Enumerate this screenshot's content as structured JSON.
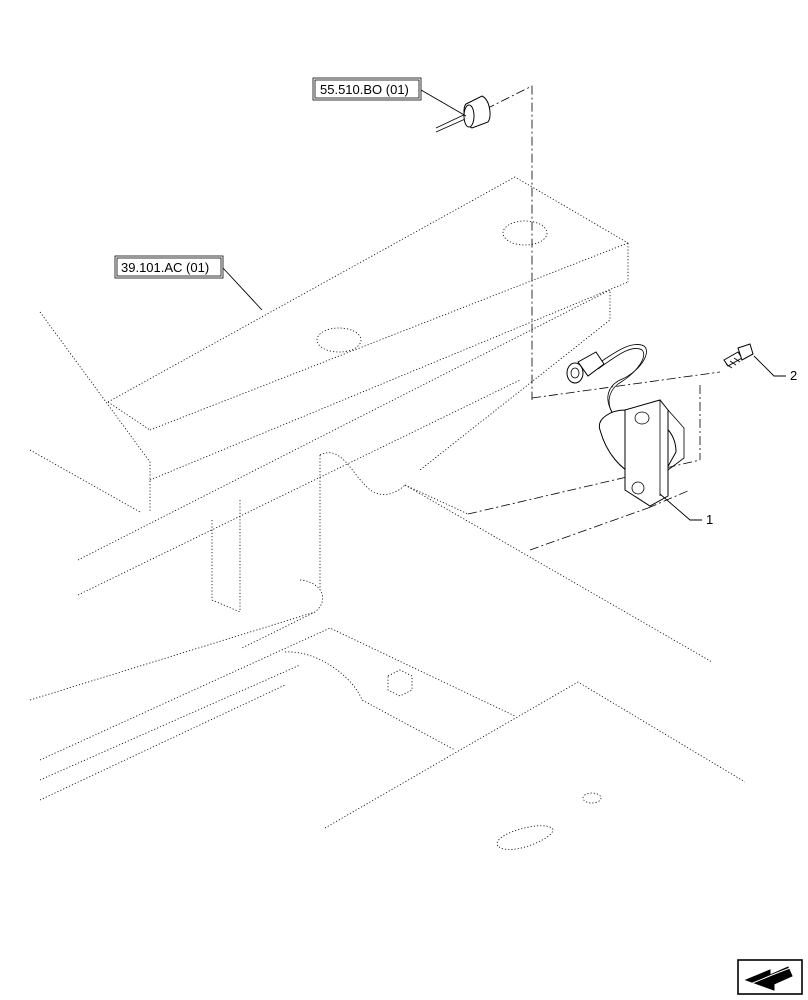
{
  "references": [
    {
      "id": "ref-55",
      "text": "55.510.BO (01)"
    },
    {
      "id": "ref-39",
      "text": "39.101.AC (01)"
    }
  ],
  "callouts": [
    {
      "id": "callout-1",
      "text": "1"
    },
    {
      "id": "callout-2",
      "text": "2"
    }
  ],
  "icons": {
    "corner": "next-page-arrow-icon"
  }
}
